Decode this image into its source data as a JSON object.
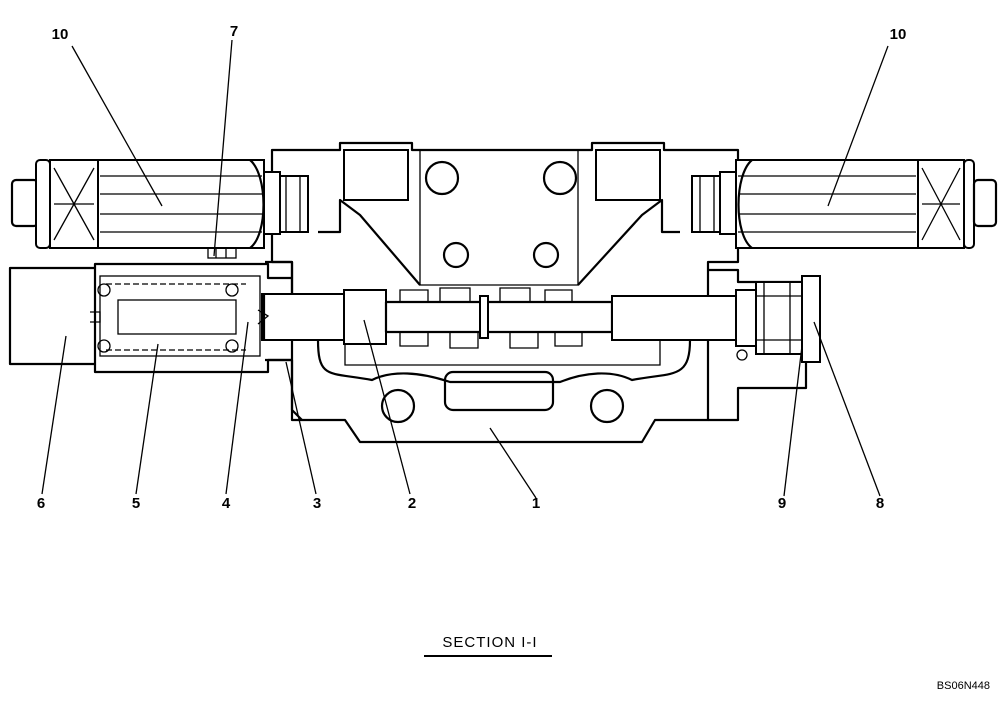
{
  "callouts": [
    "1",
    "2",
    "3",
    "4",
    "5",
    "6",
    "7",
    "8",
    "9",
    "10"
  ],
  "caption": "SECTION  I-I",
  "drawing_id": "BS06N448"
}
